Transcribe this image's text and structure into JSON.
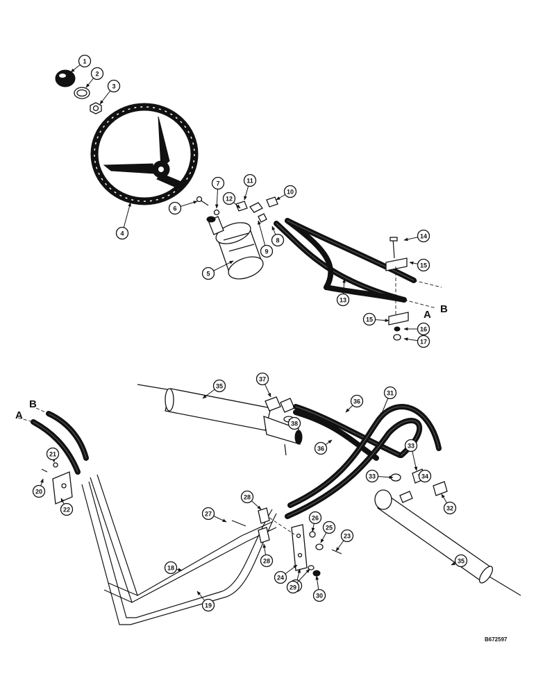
{
  "diagram": {
    "callouts": [
      "1",
      "2",
      "3",
      "4",
      "5",
      "6",
      "7",
      "8",
      "9",
      "10",
      "11",
      "12",
      "13",
      "14",
      "15",
      "15",
      "16",
      "17",
      "18",
      "19",
      "20",
      "21",
      "22",
      "23",
      "24",
      "25",
      "26",
      "27",
      "28",
      "28",
      "28",
      "29",
      "30",
      "31",
      "32",
      "33",
      "33",
      "34",
      "35",
      "35",
      "36",
      "36",
      "37",
      "38"
    ],
    "connection_letters": [
      "A",
      "B",
      "A",
      "B"
    ],
    "document_number": "B672597"
  }
}
